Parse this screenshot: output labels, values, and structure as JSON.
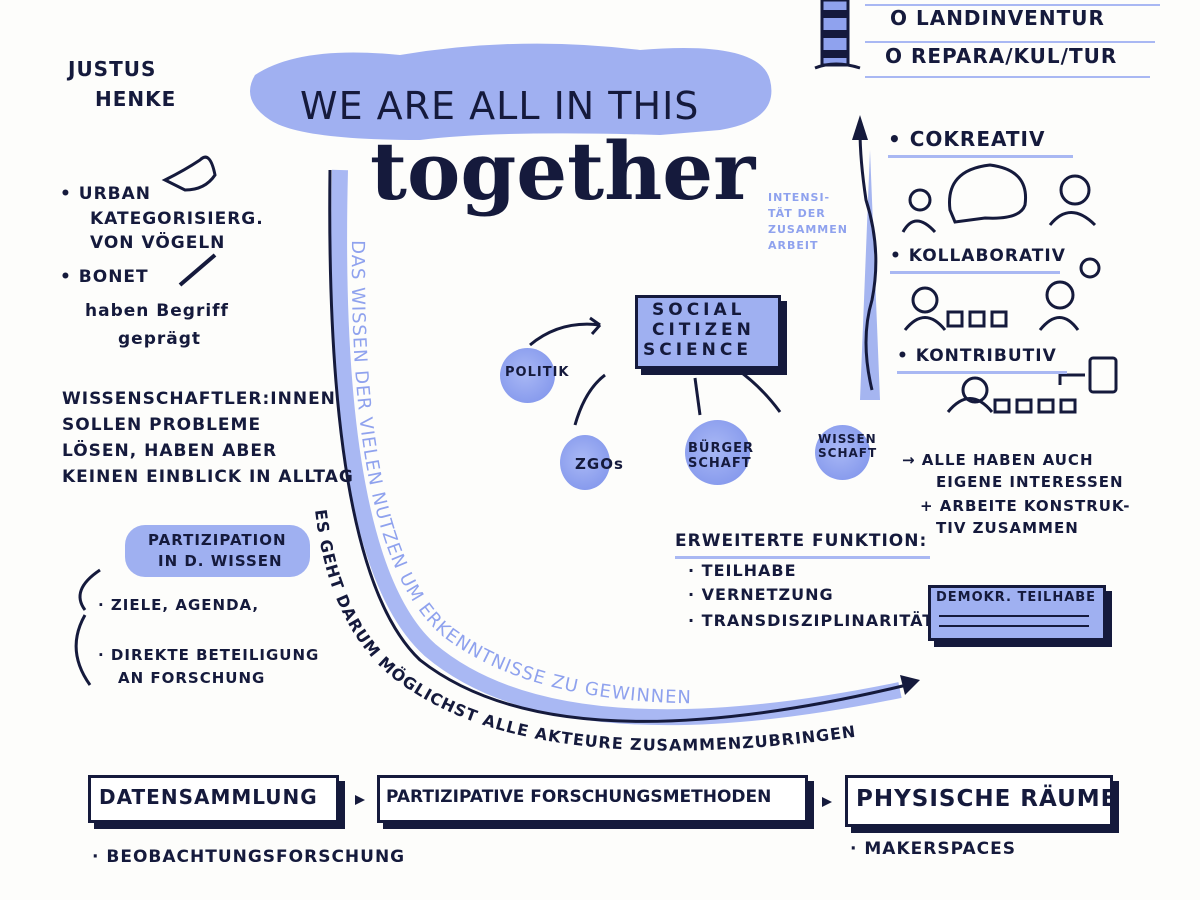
{
  "author": {
    "line1": "Justus",
    "line2": "Henke"
  },
  "title": {
    "line1": "We are all in this",
    "line2": "together"
  },
  "left_notes": {
    "bullet1": [
      "• Urban",
      "Kategorisierg.",
      "von Vögeln"
    ],
    "bonet": "• Bonet",
    "bonet_sub": [
      "haben Begriff",
      "geprägt"
    ],
    "scientists": [
      "Wissenschaftler:innen",
      "sollen Probleme",
      "lösen, haben aber",
      "keinen Einblick in Alltag"
    ]
  },
  "participation": {
    "title": [
      "Partizipation",
      "in d. Wissen"
    ],
    "items": [
      "· Ziele, Agenda,",
      "· Direkte Beteiligung",
      "an Forschung"
    ]
  },
  "top_right": {
    "items": [
      "o Landinventur",
      "o Repara/kul/tur"
    ]
  },
  "intensity_label": [
    "Intensi-",
    "tät der",
    "Zusammen",
    "arbeit"
  ],
  "levels": [
    "• Cokreativ",
    "• Kollaborativ",
    "• Kontributiv"
  ],
  "center": {
    "box": [
      "Social",
      "Citizen",
      "Science"
    ],
    "actors": [
      "Politik",
      "ZGOs",
      "Bürger schaft",
      "Wissen schaft"
    ]
  },
  "interests": [
    "→ Alle haben auch",
    "eigene Interessen",
    "+ arbeite konstruk-",
    "tiv zusammen"
  ],
  "functions": {
    "title": "Erweiterte Funktion:",
    "items": [
      "· Teilhabe",
      "· Vernetzung",
      "· Transdisziplinarität"
    ],
    "card_title": "Demokr. Teilhabe"
  },
  "arc_texts": {
    "blue": "Das Wissen der vielen nutzen um Erkenntnisse zu gewinnen",
    "black": "Es geht darum möglichst alle Akteure zusammenzubringen"
  },
  "bottom": {
    "steps": [
      "Datensammlung",
      "Partizipative Forschungsmethoden",
      "Physische Räume"
    ],
    "notes": [
      "· Beobachtungsforschung",
      "· Makerspaces"
    ]
  },
  "colors": {
    "ink": "#151a3c",
    "marker": "#8fa2ee"
  }
}
